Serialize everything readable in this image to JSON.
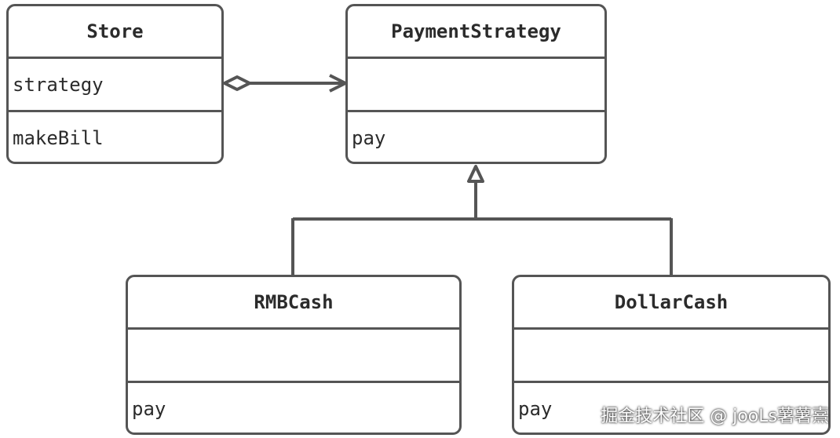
{
  "diagram": {
    "classes": {
      "store": {
        "name": "Store",
        "attributes": "strategy",
        "operations": "makeBill"
      },
      "payment_strategy": {
        "name": "PaymentStrategy",
        "attributes": "",
        "operations": "pay"
      },
      "rmb_cash": {
        "name": "RMBCash",
        "attributes": "",
        "operations": "pay"
      },
      "dollar_cash": {
        "name": "DollarCash",
        "attributes": "",
        "operations": "pay"
      }
    },
    "relations": [
      {
        "type": "aggregation",
        "from": "Store",
        "to": "PaymentStrategy"
      },
      {
        "type": "generalization",
        "from": "RMBCash",
        "to": "PaymentStrategy"
      },
      {
        "type": "generalization",
        "from": "DollarCash",
        "to": "PaymentStrategy"
      }
    ]
  },
  "watermark": "掘金技术社区 @ jooLs薯薯熹",
  "colors": {
    "line": "#555555",
    "text": "#2b2b2b",
    "background": "#ffffff"
  }
}
